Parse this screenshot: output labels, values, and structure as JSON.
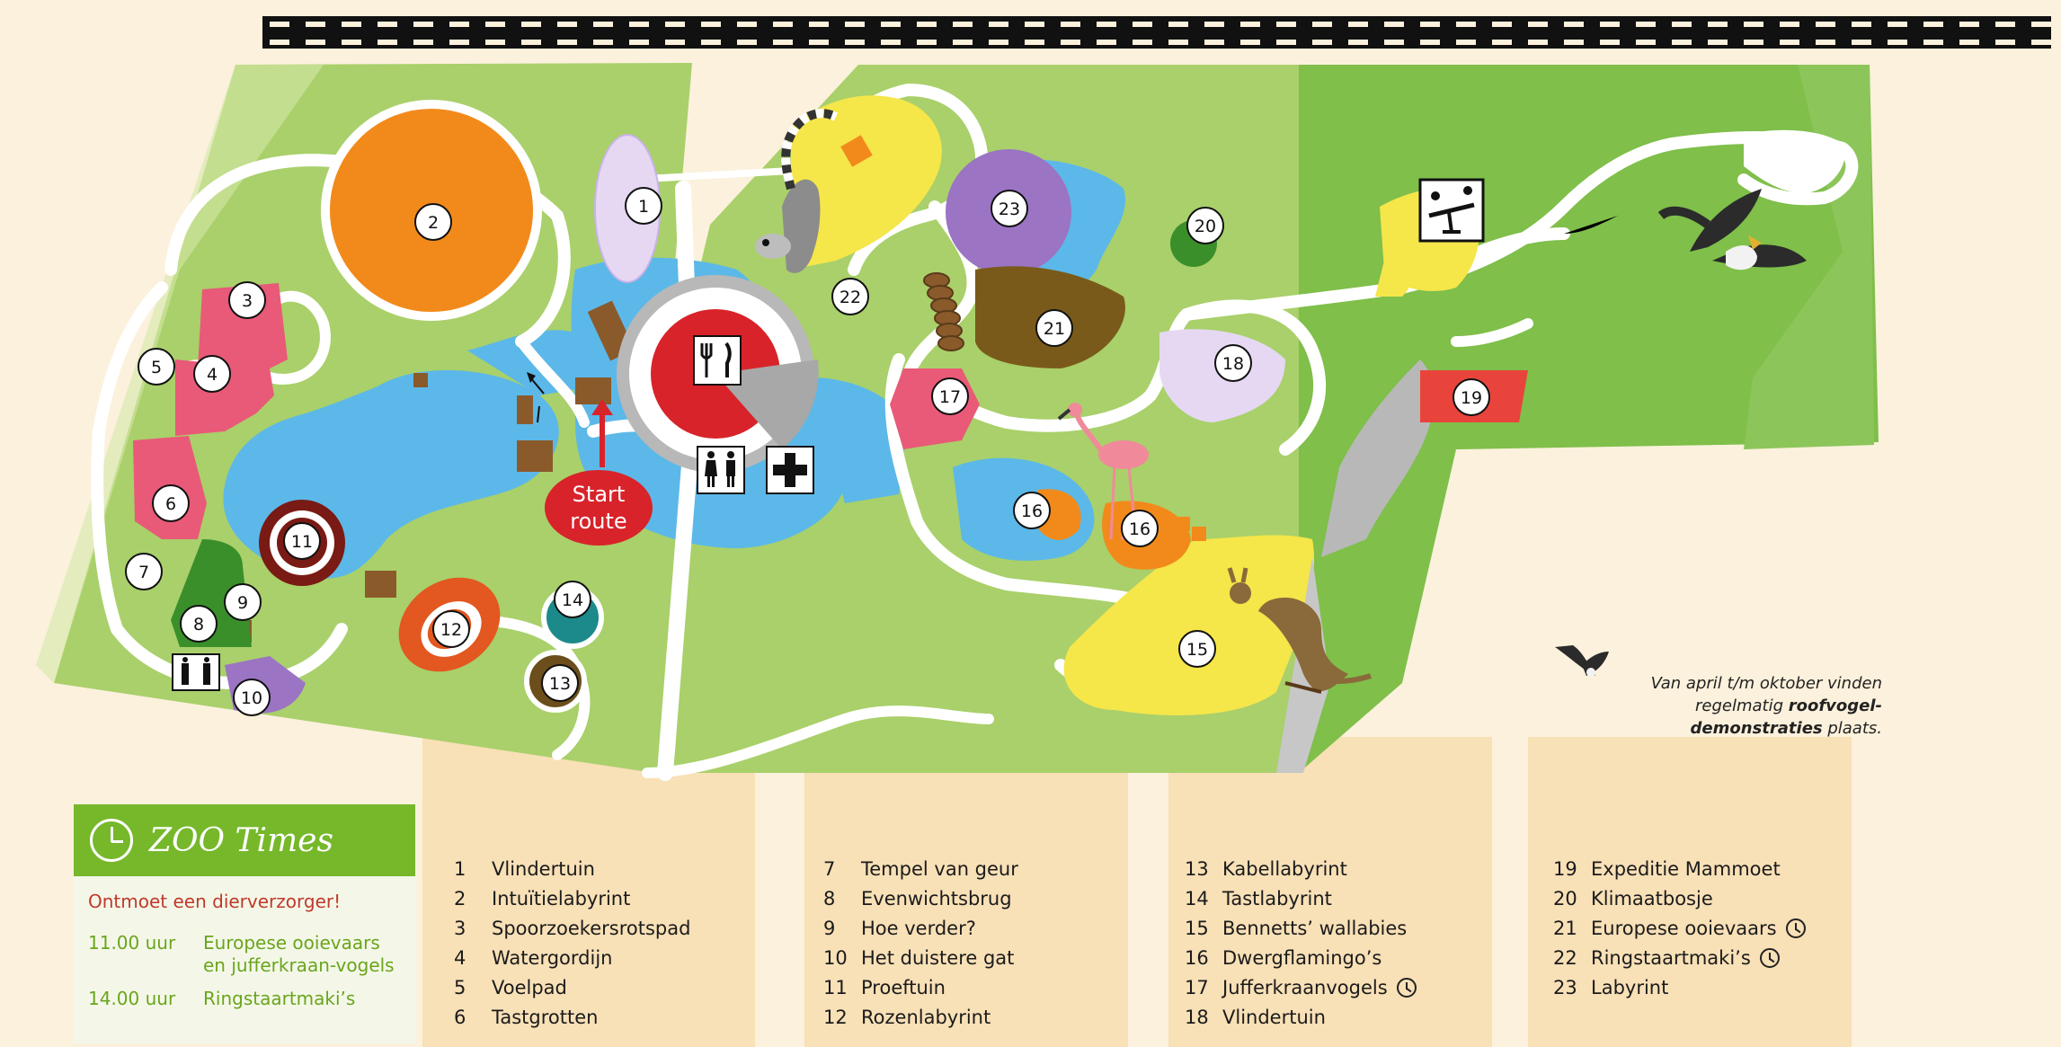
{
  "map": {
    "start_label_1": "Start",
    "start_label_2": "route",
    "pins": [
      {
        "num": "1"
      },
      {
        "num": "2"
      },
      {
        "num": "3"
      },
      {
        "num": "4"
      },
      {
        "num": "5"
      },
      {
        "num": "6"
      },
      {
        "num": "7"
      },
      {
        "num": "8"
      },
      {
        "num": "9"
      },
      {
        "num": "10"
      },
      {
        "num": "11"
      },
      {
        "num": "12"
      },
      {
        "num": "13"
      },
      {
        "num": "14"
      },
      {
        "num": "15"
      },
      {
        "num": "16"
      },
      {
        "num": "16"
      },
      {
        "num": "17"
      },
      {
        "num": "18"
      },
      {
        "num": "19"
      },
      {
        "num": "20"
      },
      {
        "num": "21"
      },
      {
        "num": "22"
      },
      {
        "num": "23"
      }
    ],
    "icons": [
      "restaurant-icon",
      "toilet-icon",
      "first-aid-icon",
      "playground-icon",
      "eagle-icon",
      "lemur-icon",
      "flamingo-icon",
      "wallaby-icon"
    ]
  },
  "caption": {
    "line1": "Van april t/m oktober vinden",
    "line2_pre": "regelmatig ",
    "line2_bold": "roofvogel-",
    "line3_bold": "demonstraties",
    "line3_post": " plaats."
  },
  "zoo_times": {
    "title": "ZOO Times",
    "subtitle": "Ontmoet een dierverzorger!",
    "rows": [
      {
        "time": "11.00 uur",
        "text": "Europese ooievaars en jufferkraan-vogels"
      },
      {
        "time": "14.00 uur",
        "text": "Ringstaartmaki’s"
      }
    ]
  },
  "legend": {
    "col1": [
      {
        "n": "1",
        "label": "Vlindertuin"
      },
      {
        "n": "2",
        "label": "Intuïtielabyrint"
      },
      {
        "n": "3",
        "label": "Spoorzoekersrotspad"
      },
      {
        "n": "4",
        "label": "Watergordijn"
      },
      {
        "n": "5",
        "label": "Voelpad"
      },
      {
        "n": "6",
        "label": "Tastgrotten"
      }
    ],
    "col2": [
      {
        "n": "7",
        "label": "Tempel van geur"
      },
      {
        "n": "8",
        "label": "Evenwichtsbrug"
      },
      {
        "n": "9",
        "label": "Hoe verder?"
      },
      {
        "n": "10",
        "label": "Het duistere gat"
      },
      {
        "n": "11",
        "label": "Proeftuin"
      },
      {
        "n": "12",
        "label": "Rozenlabyrint"
      }
    ],
    "col3": [
      {
        "n": "13",
        "label": "Kabellabyrint"
      },
      {
        "n": "14",
        "label": "Tastlabyrint"
      },
      {
        "n": "15",
        "label": "Bennetts’ wallabies"
      },
      {
        "n": "16",
        "label": "Dwergflamingo’s"
      },
      {
        "n": "17",
        "label": "Jufferkraanvogels"
      },
      {
        "n": "18",
        "label": "Vlindertuin"
      }
    ],
    "col4": [
      {
        "n": "19",
        "label": "Expeditie Mammoet"
      },
      {
        "n": "20",
        "label": "Klimaatbosje"
      },
      {
        "n": "21",
        "label": "Europese ooievaars"
      },
      {
        "n": "22",
        "label": "Ringstaartmaki’s"
      },
      {
        "n": "23",
        "label": "Labyrint"
      }
    ]
  },
  "colors": {
    "grass": "#a9d06a",
    "green": "#7fbf4a",
    "water": "#5cb8e8",
    "path": "#ffffff",
    "orange": "#f28a1b",
    "pink": "#e85a78",
    "purple": "#9b74c4",
    "red": "#d8232a",
    "yellow": "#f5e64a"
  }
}
